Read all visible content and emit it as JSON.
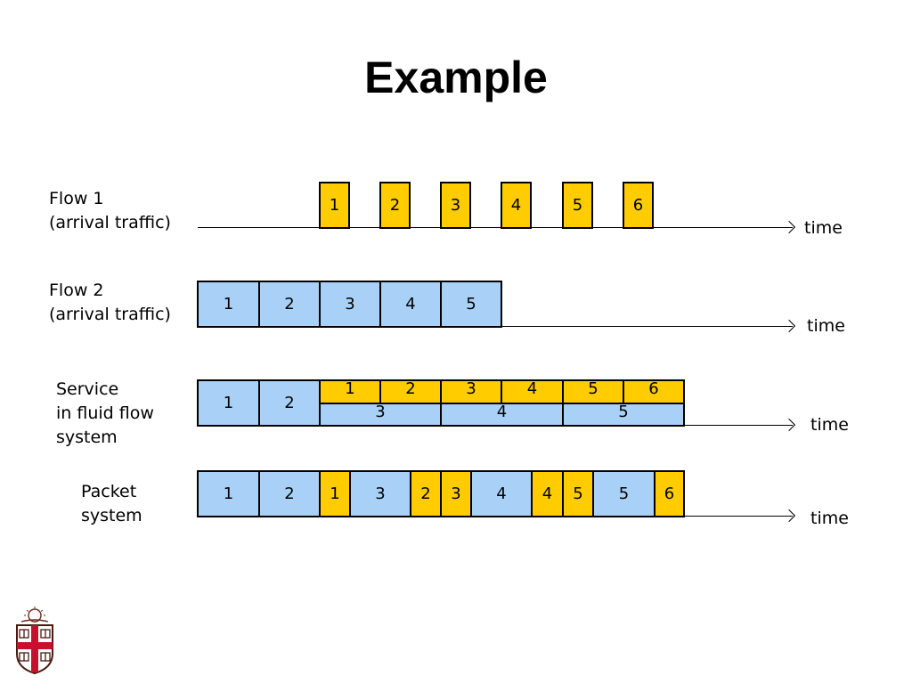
{
  "title": "Example",
  "colors": {
    "flow1": "#ffcc00",
    "flow2": "#a9d1f7"
  },
  "rows": [
    {
      "label_lines": [
        "Flow 1",
        "(arrival traffic)"
      ],
      "axis_label": "time"
    },
    {
      "label_lines": [
        "Flow 2",
        "(arrival traffic)"
      ],
      "axis_label": "time"
    },
    {
      "label_lines": [
        "Service",
        "in fluid flow",
        "system"
      ],
      "axis_label": "time"
    },
    {
      "label_lines": [
        "Packet",
        "system"
      ],
      "axis_label": "time"
    }
  ],
  "flow1_packets": [
    "1",
    "2",
    "3",
    "4",
    "5",
    "6"
  ],
  "flow2_packets": [
    "1",
    "2",
    "3",
    "4",
    "5"
  ],
  "fluid": {
    "flow2_full": [
      "1",
      "2"
    ],
    "flow1_shared": [
      "1",
      "2",
      "3",
      "4",
      "5",
      "6"
    ],
    "flow2_shared": [
      "3",
      "4",
      "5"
    ]
  },
  "packet_system": [
    "1",
    "2",
    "1",
    "3",
    "2",
    "3",
    "4",
    "4",
    "5",
    "5",
    "6"
  ],
  "logo_icon": "university-shield-icon"
}
